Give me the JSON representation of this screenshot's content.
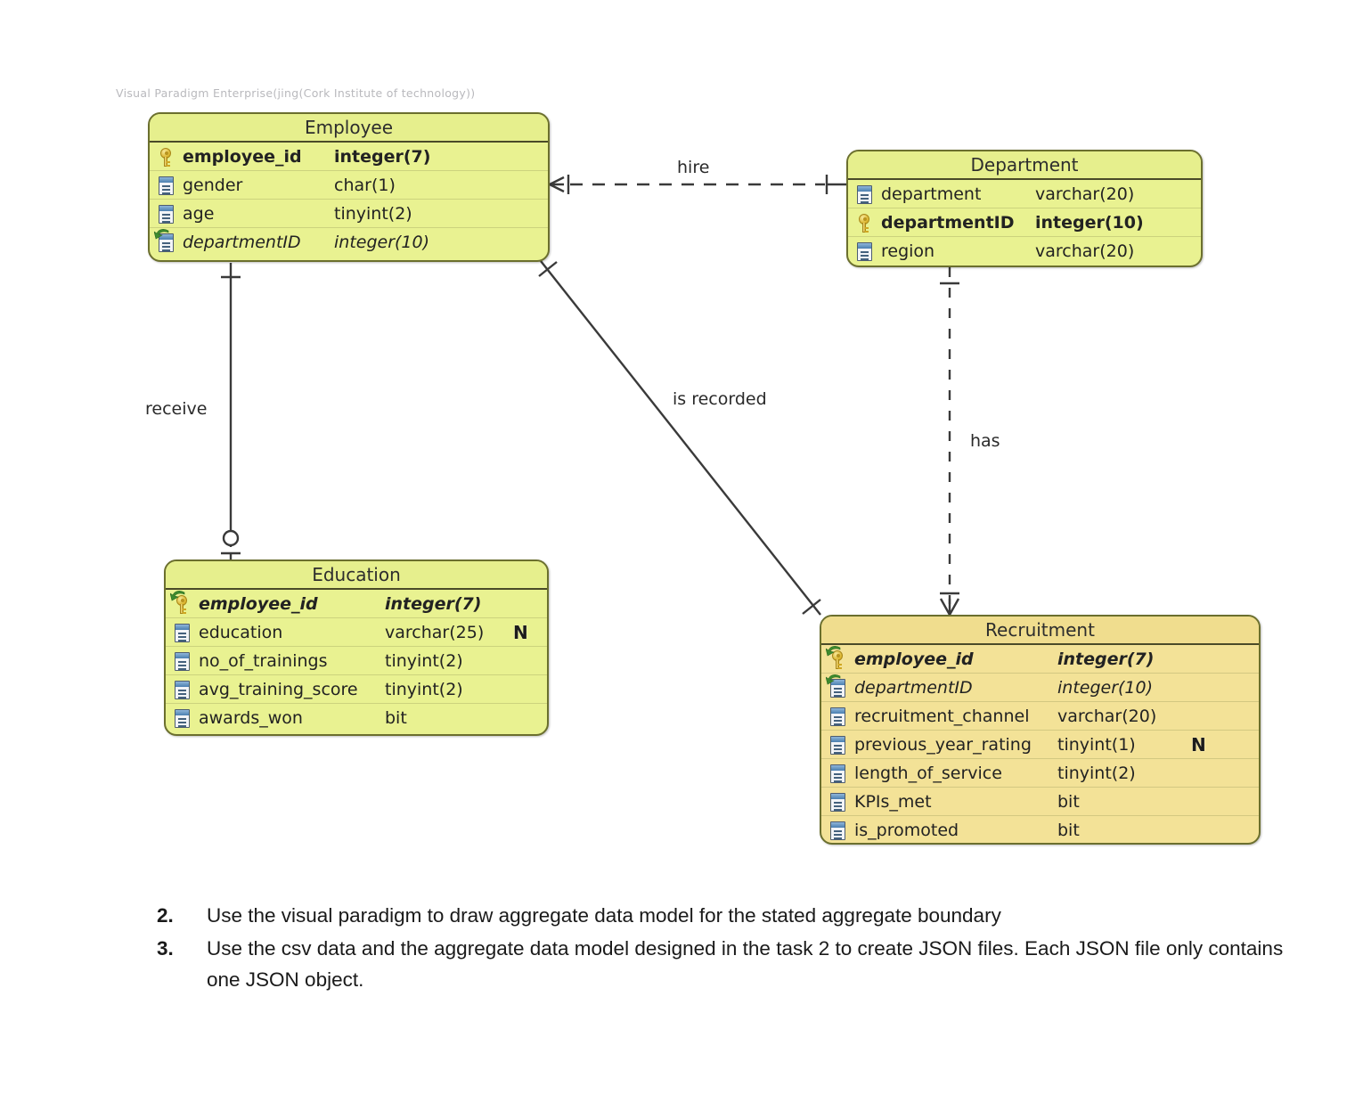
{
  "watermark": "Visual Paradigm Enterprise(jing(Cork Institute of technology))",
  "diagram": {
    "type": "entity-relationship-diagram",
    "entities": [
      {
        "id": "employee",
        "name": "Employee",
        "fill": "#e9f291",
        "attributes": [
          {
            "icon": "primary-key-icon",
            "kind": "pk",
            "name": "employee_id",
            "type": "integer(7)",
            "nullable": false
          },
          {
            "icon": "column-icon",
            "kind": "attr",
            "name": "gender",
            "type": "char(1)",
            "nullable": false
          },
          {
            "icon": "column-icon",
            "kind": "attr",
            "name": "age",
            "type": "tinyint(2)",
            "nullable": false
          },
          {
            "icon": "foreign-key-icon",
            "kind": "fk",
            "name": "departmentID",
            "type": "integer(10)",
            "nullable": false
          }
        ]
      },
      {
        "id": "department",
        "name": "Department",
        "fill": "#e9f291",
        "attributes": [
          {
            "icon": "column-icon",
            "kind": "attr",
            "name": "department",
            "type": "varchar(20)",
            "nullable": false
          },
          {
            "icon": "primary-key-icon",
            "kind": "pk",
            "name": "departmentID",
            "type": "integer(10)",
            "nullable": false
          },
          {
            "icon": "column-icon",
            "kind": "attr",
            "name": "region",
            "type": "varchar(20)",
            "nullable": false
          }
        ]
      },
      {
        "id": "education",
        "name": "Education",
        "fill": "#e9f291",
        "attributes": [
          {
            "icon": "primary-foreign-key-icon",
            "kind": "pkfk",
            "name": "employee_id",
            "type": "integer(7)",
            "nullable": false
          },
          {
            "icon": "column-icon",
            "kind": "attr",
            "name": "education",
            "type": "varchar(25)",
            "nullable": true,
            "null_marker": "N"
          },
          {
            "icon": "column-icon",
            "kind": "attr",
            "name": "no_of_trainings",
            "type": "tinyint(2)",
            "nullable": false
          },
          {
            "icon": "column-icon",
            "kind": "attr",
            "name": "avg_training_score",
            "type": "tinyint(2)",
            "nullable": false
          },
          {
            "icon": "column-icon",
            "kind": "attr",
            "name": "awards_won",
            "type": "bit",
            "nullable": false
          }
        ]
      },
      {
        "id": "recruitment",
        "name": "Recruitment",
        "fill": "#f3e297",
        "attributes": [
          {
            "icon": "primary-foreign-key-icon",
            "kind": "pkfk",
            "name": "employee_id",
            "type": "integer(7)",
            "nullable": false
          },
          {
            "icon": "foreign-key-icon",
            "kind": "fk",
            "name": "departmentID",
            "type": "integer(10)",
            "nullable": false
          },
          {
            "icon": "column-icon",
            "kind": "attr",
            "name": "recruitment_channel",
            "type": "varchar(20)",
            "nullable": false
          },
          {
            "icon": "column-icon",
            "kind": "attr",
            "name": "previous_year_rating",
            "type": "tinyint(1)",
            "nullable": true,
            "null_marker": "N"
          },
          {
            "icon": "column-icon",
            "kind": "attr",
            "name": "length_of_service",
            "type": "tinyint(2)",
            "nullable": false
          },
          {
            "icon": "column-icon",
            "kind": "attr",
            "name": "KPIs_met",
            "type": "bit",
            "nullable": false
          },
          {
            "icon": "column-icon",
            "kind": "attr",
            "name": "is_promoted",
            "type": "bit",
            "nullable": false
          }
        ]
      }
    ],
    "relationships": [
      {
        "id": "hire",
        "label": "hire",
        "from": "employee",
        "to": "department",
        "style": "dashed",
        "from_cardinality": "many-one",
        "to_cardinality": "one"
      },
      {
        "id": "receive",
        "label": "receive",
        "from": "employee",
        "to": "education",
        "style": "solid",
        "from_cardinality": "one",
        "to_cardinality": "zero-or-one"
      },
      {
        "id": "is-recorded",
        "label": "is recorded",
        "from": "employee",
        "to": "recruitment",
        "style": "solid",
        "from_cardinality": "one",
        "to_cardinality": "one"
      },
      {
        "id": "has",
        "label": "has",
        "from": "department",
        "to": "recruitment",
        "style": "dashed",
        "from_cardinality": "one",
        "to_cardinality": "many-one"
      }
    ]
  },
  "tasks": [
    {
      "number": "2.",
      "text": "Use the visual paradigm to draw aggregate data model for the stated aggregate boundary"
    },
    {
      "number": "3.",
      "text": "Use the csv data and the aggregate data model designed in the task 2 to create JSON files. Each JSON file only contains one JSON object."
    }
  ]
}
